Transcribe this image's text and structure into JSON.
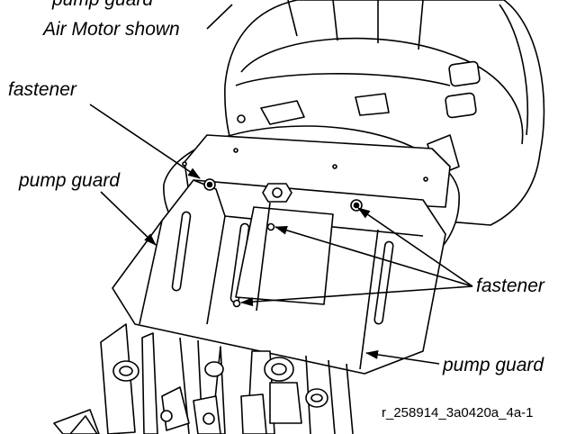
{
  "labels": {
    "top_partial": "pump guard",
    "air_motor": "Air Motor shown",
    "fastener_top": "fastener",
    "pump_guard_left": "pump guard",
    "fastener_right": "fastener",
    "pump_guard_right": "pump guard"
  },
  "reference_id": "r_258914_3a0420a_4a-1"
}
